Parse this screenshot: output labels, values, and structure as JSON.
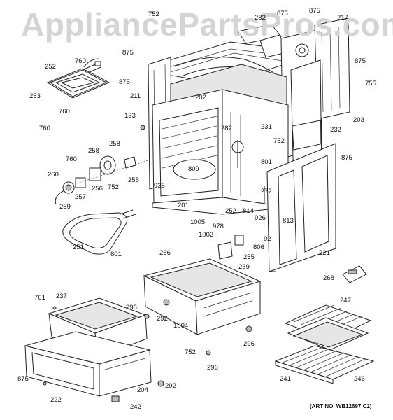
{
  "watermark": "AppliancePartsPros.com",
  "art_number": "(ART NO. WB12697 C2)",
  "labels": {
    "p752a": "752",
    "p282a": "282",
    "p875a": "875",
    "p875b": "875",
    "p217": "217",
    "p875c": "875",
    "p875d": "875",
    "p211": "211",
    "p875e": "875",
    "p755": "755",
    "p252a": "252",
    "p760a": "760",
    "p253": "253",
    "p760b": "760",
    "p760c": "760",
    "p133": "133",
    "p202": "202",
    "p231": "231",
    "p203": "203",
    "p232": "232",
    "p282b": "282",
    "p752b": "752",
    "p875f": "875",
    "p258a": "258",
    "p258b": "258",
    "p760d": "760",
    "p255a": "255",
    "p809": "809",
    "p801a": "801",
    "p260": "260",
    "p257": "257",
    "p256": "256",
    "p752c": "752",
    "p935": "935",
    "p259": "259",
    "p201": "201",
    "p252b": "252",
    "p272": "272",
    "p814": "814",
    "p926": "926",
    "p813": "813",
    "p1005": "1005",
    "p978": "978",
    "p1002": "1002",
    "p92": "92",
    "p806": "806",
    "p251": "251",
    "p801b": "801",
    "p255b": "255",
    "p269": "269",
    "p221": "221",
    "p266": "266",
    "p268": "268",
    "p761": "761",
    "p237": "237",
    "p296a": "296",
    "p292a": "292",
    "p1004": "1004",
    "p247": "247",
    "p296b": "296",
    "p752d": "752",
    "p296c": "296",
    "p875g": "875",
    "p204": "204",
    "p292b": "292",
    "p241": "241",
    "p246": "246",
    "p222": "222",
    "p242": "242"
  }
}
